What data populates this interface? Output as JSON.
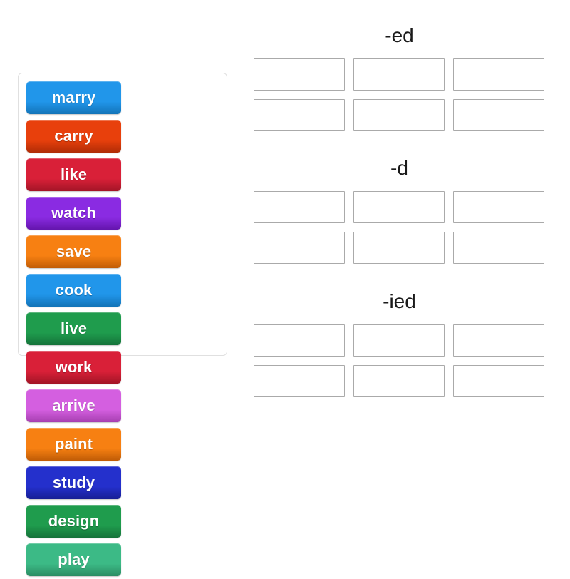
{
  "activity": {
    "type": "drag-and-drop-sorting",
    "background_color": "#ffffff"
  },
  "word_bank": {
    "name": "word-bank",
    "tiles": [
      {
        "label": "marry",
        "color": "#2196ea",
        "shadow": "#1374b8"
      },
      {
        "label": "carry",
        "color": "#e8400c",
        "shadow": "#b02c06"
      },
      {
        "label": "like",
        "color": "#d92038",
        "shadow": "#a31527"
      },
      {
        "label": "watch",
        "color": "#8a2be2",
        "shadow": "#6415ad"
      },
      {
        "label": "save",
        "color": "#f78012",
        "shadow": "#c05c06"
      },
      {
        "label": "cook",
        "color": "#2196ea",
        "shadow": "#1374b8"
      },
      {
        "label": "live",
        "color": "#1f9c4d",
        "shadow": "#15733a"
      },
      {
        "label": "work",
        "color": "#d92038",
        "shadow": "#a31527"
      },
      {
        "label": "arrive",
        "color": "#d css-placeholder",
        "shadow": ""
      },
      {
        "label": "paint",
        "color": "#f78012",
        "shadow": "#c05c06"
      },
      {
        "label": "study",
        "color": "#2430cc",
        "shadow": "#171f94"
      },
      {
        "label": "design",
        "color": "#1f9c4d",
        "shadow": "#15733a"
      },
      {
        "label": "play",
        "color": "#3cba86",
        "shadow": "#2a8c63"
      }
    ]
  },
  "groups": [
    {
      "title": "-ed",
      "name": "group-ed",
      "slot_count": 6
    },
    {
      "title": "-d",
      "name": "group-d",
      "slot_count": 6
    },
    {
      "title": "-ied",
      "name": "group-ied",
      "slot_count": 6
    }
  ],
  "colors": {
    "panel_border": "#e0e0e0",
    "slot_border": "#aaaaaa",
    "title_text": "#1a1a1a",
    "tile_text": "#ffffff"
  }
}
